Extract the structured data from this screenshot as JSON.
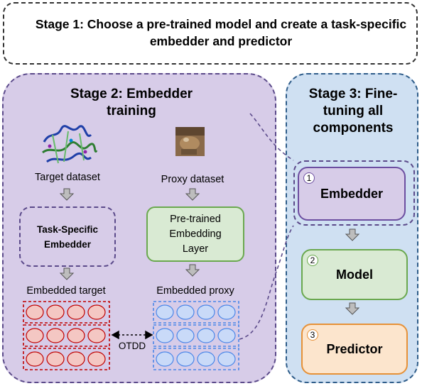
{
  "stage1": {
    "title": "Stage 1: Choose a pre-trained model and create a task-specific embedder and predictor"
  },
  "stage2": {
    "title": "Stage 2: Embedder training",
    "target_label": "Target dataset",
    "proxy_label": "Proxy dataset",
    "task_embedder": "Task-Specific Embedder",
    "pretrained_layer": "Pre-trained Embedding Layer",
    "embedded_target": "Embedded target",
    "embedded_proxy": "Embedded proxy",
    "otdd": "OTDD"
  },
  "stage3": {
    "title": "Stage 3: Fine-tuning all components",
    "components": [
      {
        "num": "1",
        "label": "Embedder",
        "color": "#6c4ea0"
      },
      {
        "num": "2",
        "label": "Model",
        "color": "#6aa84f"
      },
      {
        "num": "3",
        "label": "Predictor",
        "color": "#e69138"
      }
    ]
  },
  "colors": {
    "target": "#c00000",
    "target_fill": "#f4c7c3",
    "proxy": "#4a86e8",
    "proxy_fill": "#c9daf8"
  }
}
